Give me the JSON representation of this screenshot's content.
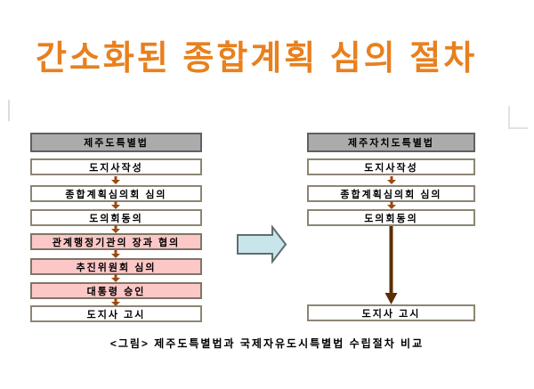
{
  "slide": {
    "title": "간소화된 종합계획 심의 절차",
    "caption": "<그림> 제주도특별법과 국제자유도시특별법 수립절차 비교"
  },
  "left_flow": {
    "header": "제주도특별법",
    "steps": [
      {
        "label": "도지사작성",
        "variant": "white"
      },
      {
        "label": "종합계획심의회 심의",
        "variant": "white"
      },
      {
        "label": "도의회동의",
        "variant": "white"
      },
      {
        "label": "관계행정기관의 장과 협의",
        "variant": "pink"
      },
      {
        "label": "추진위원회 심의",
        "variant": "pink"
      },
      {
        "label": "대통령 승인",
        "variant": "pink"
      },
      {
        "label": "도지사 고시",
        "variant": "white"
      }
    ]
  },
  "right_flow": {
    "header": "제주자치도특별법",
    "steps": [
      {
        "label": "도지사작성"
      },
      {
        "label": "종합계획심의회 심의"
      },
      {
        "label": "도의회동의"
      },
      {
        "label": "도지사 고시"
      }
    ]
  },
  "colors": {
    "title_text": "#E8801E",
    "header_fill": "#ABABAB",
    "pink_fill": "#FBC7C7",
    "box_border": "#8D8574",
    "small_arrow": "#9C4A10",
    "long_arrow": "#5C2E04",
    "big_arrow_fill": "#C9E5EC",
    "big_arrow_border": "#5E6E6E"
  }
}
